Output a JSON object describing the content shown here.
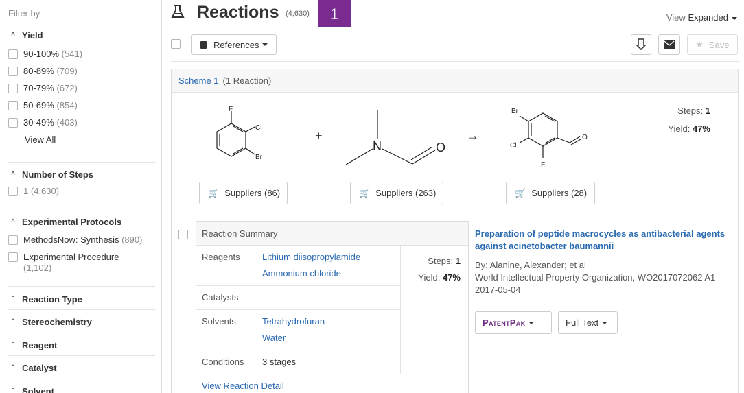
{
  "sidebar": {
    "filter_by": "Filter by",
    "yield": {
      "label": "Yield",
      "items": [
        {
          "label": "90-100%",
          "count": "(541)"
        },
        {
          "label": "80-89%",
          "count": "(709)"
        },
        {
          "label": "70-79%",
          "count": "(672)"
        },
        {
          "label": "50-69%",
          "count": "(854)"
        },
        {
          "label": "30-49%",
          "count": "(403)"
        }
      ],
      "view_all": "View All"
    },
    "steps": {
      "label": "Number of Steps",
      "items": [
        {
          "label": "1",
          "count": "(4,630)"
        }
      ]
    },
    "protocols": {
      "label": "Experimental Protocols",
      "items": [
        {
          "label": "MethodsNow: Synthesis",
          "count": "(890)"
        },
        {
          "label": "Experimental Procedure",
          "count": "(1,102)"
        }
      ]
    },
    "collapsed": [
      "Reaction Type",
      "Stereochemistry",
      "Reagent",
      "Catalyst",
      "Solvent"
    ]
  },
  "header": {
    "title": "Reactions",
    "count": "(4,630)",
    "badge": "1",
    "view_label": "View",
    "view_value": "Expanded"
  },
  "toolbar": {
    "references": "References",
    "save": "Save"
  },
  "scheme": {
    "label": "Scheme 1",
    "count": "(1 Reaction)",
    "steps_label": "Steps:",
    "steps_value": "1",
    "yield_label": "Yield:",
    "yield_value": "47%",
    "suppliers": [
      "Suppliers (86)",
      "Suppliers (263)",
      "Suppliers (28)"
    ],
    "molecules": {
      "m1_atoms": [
        "F",
        "Cl",
        "Br"
      ],
      "m2_atoms": [
        "N",
        "O"
      ],
      "m3_atoms": [
        "Br",
        "Cl",
        "F",
        "O"
      ],
      "plus": "+",
      "arrow": "→"
    }
  },
  "summary": {
    "header": "Reaction Summary",
    "reagents_label": "Reagents",
    "reagents": [
      "Lithium diisopropylamide",
      "Ammonium chloride"
    ],
    "catalysts_label": "Catalysts",
    "catalysts": "-",
    "solvents_label": "Solvents",
    "solvents": [
      "Tetrahydrofuran",
      "Water"
    ],
    "conditions_label": "Conditions",
    "conditions": "3 stages",
    "view_detail": "View Reaction Detail",
    "steps_label": "Steps:",
    "steps_value": "1",
    "yield_label": "Yield:",
    "yield_value": "47%"
  },
  "publication": {
    "title": "Preparation of peptide macrocycles as antibacterial agents against acinetobacter baumannii",
    "authors": "By: Alanine, Alexander; et al",
    "source": "World Intellectual Property Organization, WO2017072062 A1 2017-05-04",
    "patentpak": "PatentPak",
    "fulltext": "Full Text"
  },
  "colors": {
    "link": "#2a6ab0",
    "badge": "#7a2b8f",
    "patentpak": "#6b2c80"
  }
}
